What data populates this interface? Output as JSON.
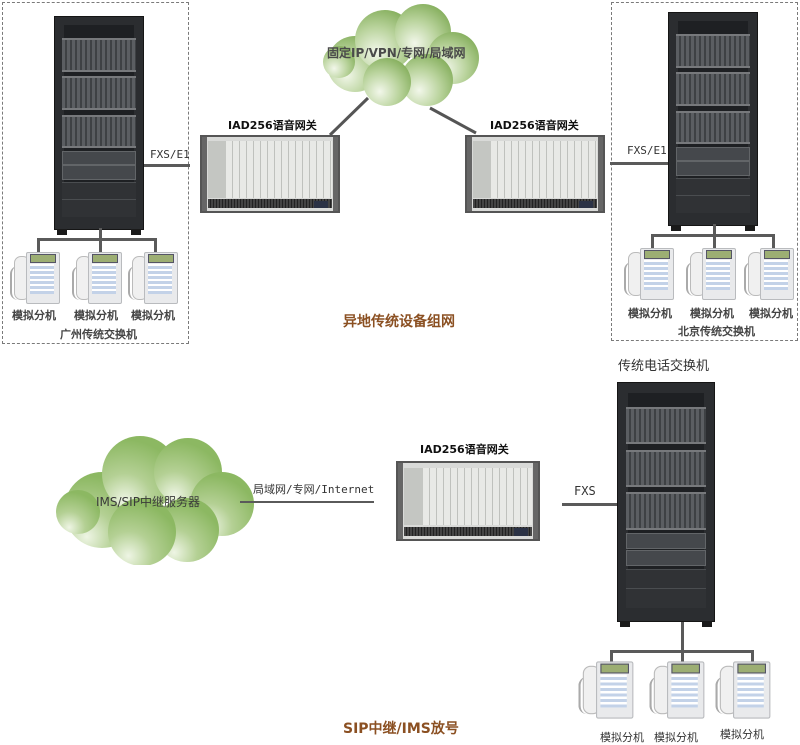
{
  "top_section": {
    "title": "异地传统设备组网",
    "cloud_label": "固定IP/VPN/专网/局域网",
    "left_site": {
      "label": "广州传统交换机",
      "link_label": "FXS/E1",
      "phones": [
        "模拟分机",
        "模拟分机",
        "模拟分机"
      ]
    },
    "right_site": {
      "label": "北京传统交换机",
      "link_label": "FXS/E1",
      "phones": [
        "模拟分机",
        "模拟分机",
        "模拟分机"
      ]
    },
    "left_gateway": {
      "label": "IAD256语音网关"
    },
    "right_gateway": {
      "label": "IAD256语音网关"
    }
  },
  "bottom_section": {
    "title": "SIP中继/IMS放号",
    "cloud_label": "IMS/SIP中继服务器",
    "network_link_label": "局域网/专网/Internet",
    "gateway": {
      "label": "IAD256语音网关"
    },
    "pbx_link_label": "FXS",
    "pbx_label": "传统电话交换机",
    "phones": [
      "模拟分机",
      "模拟分机",
      "模拟分机"
    ]
  },
  "colors": {
    "section_title": "#8b5022",
    "cloud_light": "#e6f0d8",
    "cloud_dark": "#8fb868",
    "dashed_border": "#7a7a7a",
    "rack": "#2b2d30"
  }
}
